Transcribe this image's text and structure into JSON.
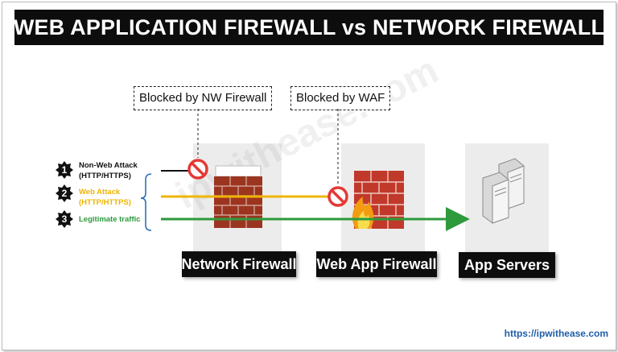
{
  "title": "WEB APPLICATION FIREWALL vs NETWORK FIREWALL",
  "callouts": {
    "nw_firewall": "Blocked by NW Firewall",
    "waf": "Blocked by WAF"
  },
  "traffic": [
    {
      "number": "1",
      "label_line1": "Non-Web Attack",
      "label_line2": "(HTTP/HTTPS)",
      "color": "#111111"
    },
    {
      "number": "2",
      "label_line1": "Web Attack",
      "label_line2": "(HTTP/HTTPS)",
      "color": "#f0b400"
    },
    {
      "number": "3",
      "label_line1": "Legitimate traffic",
      "color": "#2e9a3c"
    }
  ],
  "stages": {
    "network_firewall": "Network Firewall",
    "web_app_firewall": "Web App Firewall",
    "app_servers": "App Servers"
  },
  "watermark": "ipwithease.com",
  "footer_url": "https://ipwithease.com",
  "colors": {
    "banner": "#0d0d0d",
    "web_attack": "#f0b400",
    "legitimate": "#2e9a3c",
    "block_icon": "#e53935",
    "url": "#1f5ea8"
  }
}
